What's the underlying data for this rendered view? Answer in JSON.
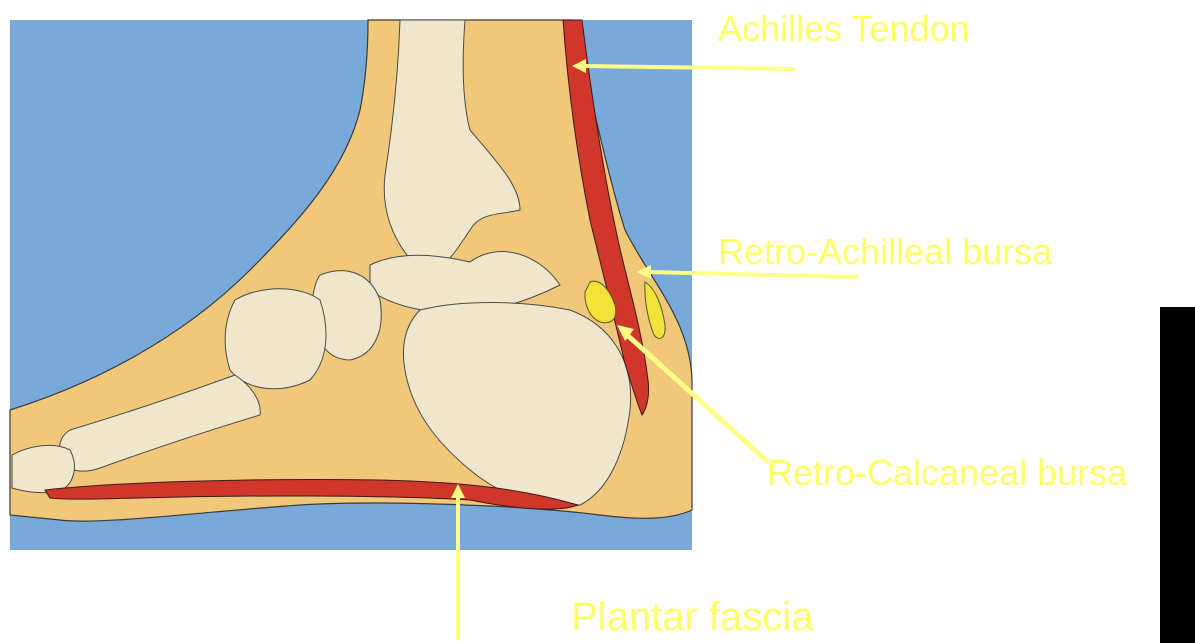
{
  "labels": {
    "achilles_tendon": "Achilles Tendon",
    "retro_achilleal_bursa": "Retro-Achilleal bursa",
    "retro_calcaneal_bursa": "Retro-Calcaneal bursa",
    "plantar_fascia": "Plantar fascia"
  },
  "colors": {
    "background_panel": "#78a9d9",
    "soft_tissue": "#f1c87a",
    "bone": "#efe6cc",
    "tendon": "#d0362a",
    "bursa": "#f2e33a",
    "label_text": "#ffff66",
    "pointer": "#ffff88"
  }
}
